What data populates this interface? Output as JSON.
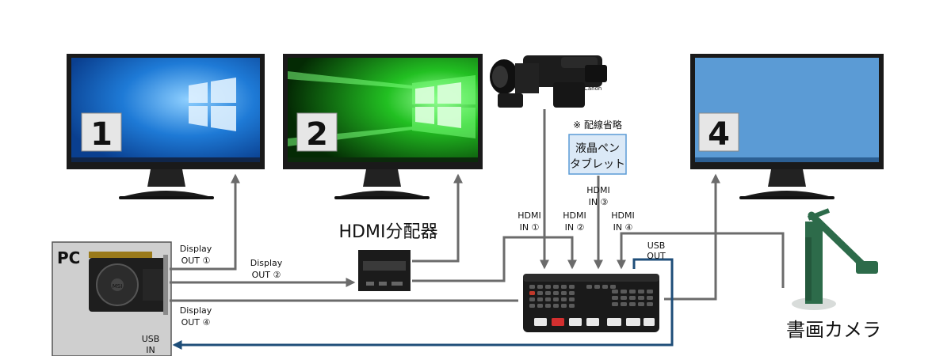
{
  "monitors": [
    {
      "number": "1"
    },
    {
      "number": "2"
    },
    {
      "number": "4"
    }
  ],
  "pc": {
    "label": "PC"
  },
  "splitter": {
    "label": "HDMI分配器"
  },
  "camcorder": {
    "brand": "Canon"
  },
  "tablet": {
    "note": "※ 配線省略",
    "line1": "液晶ペン",
    "line2": "タブレット"
  },
  "doc_camera": {
    "label": "書画カメラ"
  },
  "ports": {
    "display_out_1": [
      "Display",
      "OUT ①"
    ],
    "display_out_2": [
      "Display",
      "OUT ②"
    ],
    "display_out_4": [
      "Display",
      "OUT ④"
    ],
    "hdmi_in_1": [
      "HDMI",
      "IN ①"
    ],
    "hdmi_in_2": [
      "HDMI",
      "IN ②"
    ],
    "hdmi_in_3": [
      "HDMI",
      "IN ③"
    ],
    "hdmi_in_4": [
      "HDMI",
      "IN ④"
    ],
    "usb_out": [
      "USB",
      "OUT"
    ],
    "usb_in": [
      "USB",
      "IN"
    ]
  },
  "colors": {
    "cable": "#6b6b6b",
    "usb": "#1f4e79",
    "win_blue": "#1565c0",
    "win_green": "#16a016",
    "mon4_blue": "#5b9bd5"
  }
}
